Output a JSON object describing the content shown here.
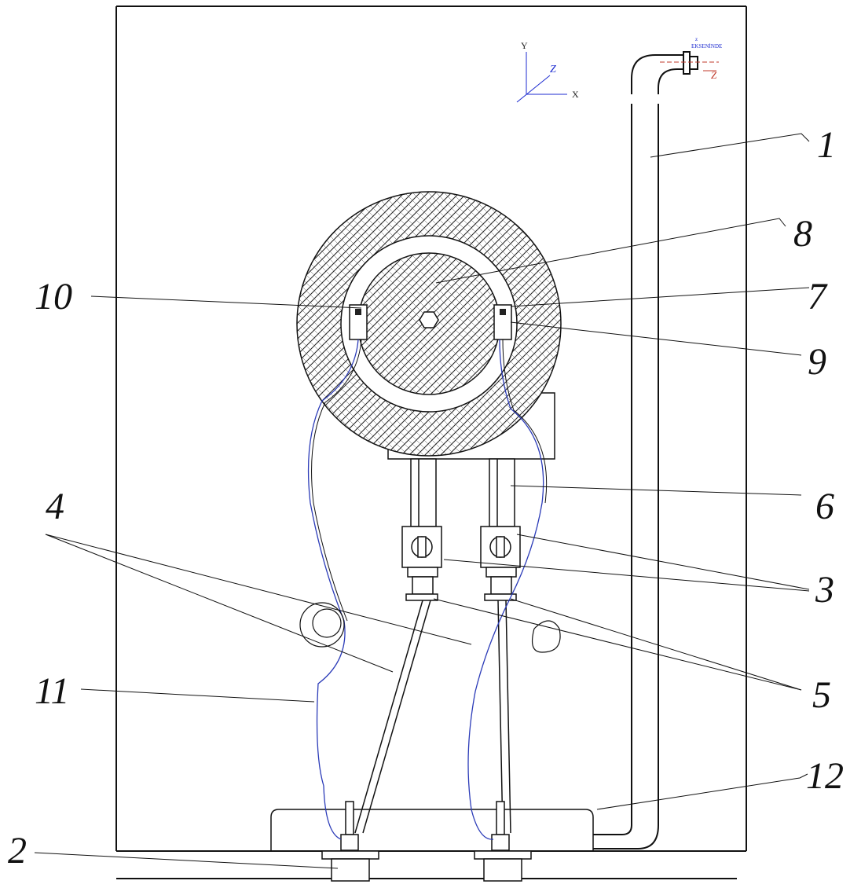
{
  "callouts": {
    "c1": "1",
    "c2": "2",
    "c3": "3",
    "c4": "4",
    "c5": "5",
    "c6": "6",
    "c7": "7",
    "c8": "8",
    "c9": "9",
    "c10": "10",
    "c11": "11",
    "c12": "12"
  },
  "axes": {
    "y": "Y",
    "z": "Z",
    "x": "X"
  },
  "nozzle": {
    "z_small": "z",
    "axis_text": "EKSENİNDE",
    "z_red": "Z"
  },
  "colors": {
    "line": "#111111",
    "wire_blue": "#2b3bb8",
    "axis_blue": "#1c2bd0",
    "axis_red": "#c0392b"
  }
}
